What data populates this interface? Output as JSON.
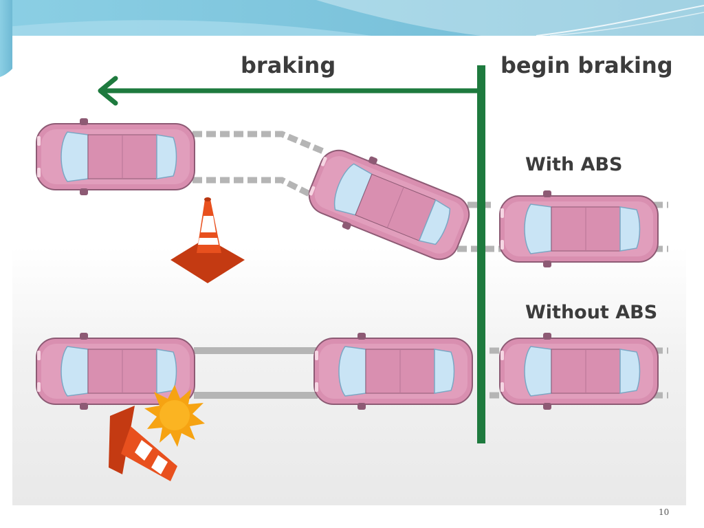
{
  "labels": {
    "braking": "braking",
    "begin_braking": "begin braking",
    "with_abs": "With ABS",
    "without_abs": "Without ABS"
  },
  "slide": {
    "page_number": "10"
  },
  "colors": {
    "car_body": "#d98fb0",
    "car_window": "#c9e4f5",
    "line_green": "#1e7a3e",
    "cone_orange": "#e8501e",
    "impact_star": "#f6a312",
    "slide_teal": "#7cc6dd"
  },
  "icons": [
    "arrow-left-icon",
    "traffic-cone-icon",
    "fallen-cone-icon",
    "impact-burst-icon",
    "car-icon"
  ]
}
